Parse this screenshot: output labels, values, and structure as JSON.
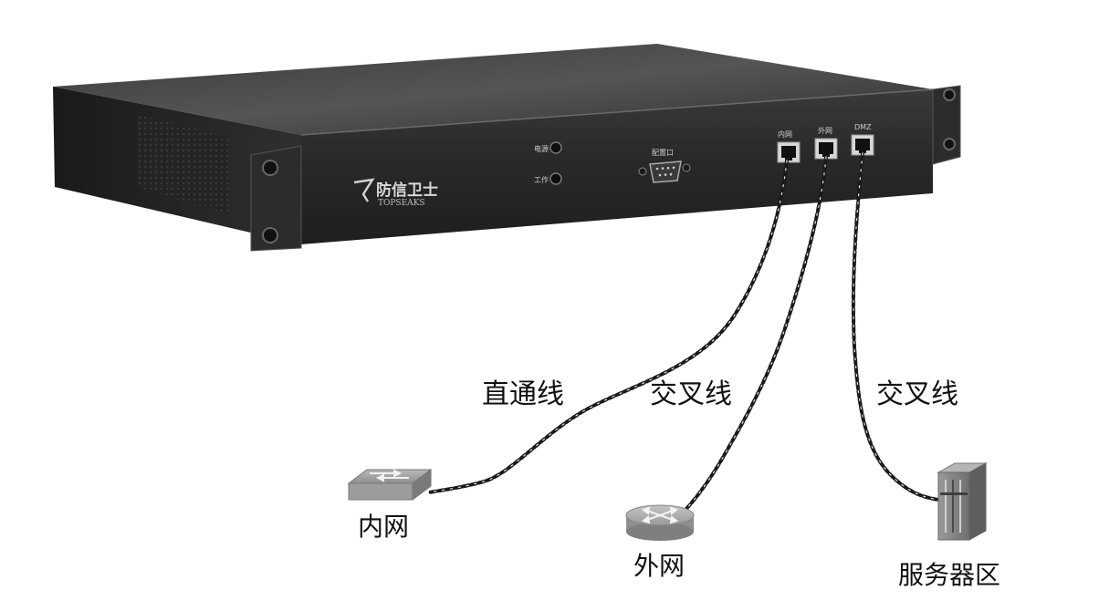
{
  "device": {
    "brand": "防信卫士",
    "model": "TOPSEAKS",
    "indicator_labels": [
      "电源",
      "工作"
    ],
    "serial_port_label": "配置口",
    "port_labels": [
      "内网",
      "外网",
      "DMZ"
    ]
  },
  "connections": [
    {
      "cable_label": "直通线",
      "target_label": "内网",
      "target_icon": "switch-icon"
    },
    {
      "cable_label": "交叉线",
      "target_label": "外网",
      "target_icon": "router-icon"
    },
    {
      "cable_label": "交叉线",
      "target_label": "服务器区",
      "target_icon": "server-icon"
    }
  ],
  "colors": {
    "chassis_front": "#2b2b2b",
    "chassis_top": "#4a4a4a",
    "cable": "#1a1a1a",
    "icon_gray": "#8a8a8a"
  }
}
